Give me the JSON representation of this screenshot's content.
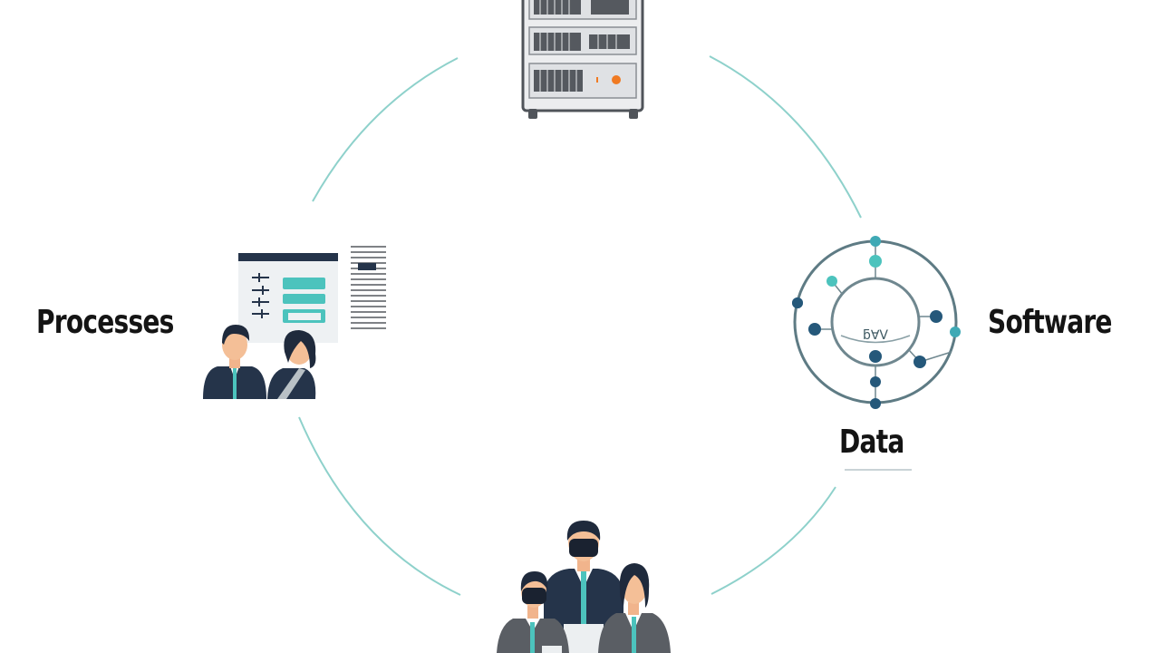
{
  "diagram": {
    "labels": {
      "processes": "Processes",
      "software": "Software",
      "data": "Data",
      "data_node_text": "ƃ∀V"
    },
    "icons": {
      "top": "server-rack-icon",
      "left": "team-dashboard-icon",
      "right": "data-network-icon",
      "bottom": "people-group-icon"
    },
    "colors": {
      "ring": "#8ed1cb",
      "teal": "#4cc3bd",
      "navy": "#25344a",
      "gray": "#5a5e64",
      "orange": "#f07a22",
      "text": "#141414"
    }
  }
}
